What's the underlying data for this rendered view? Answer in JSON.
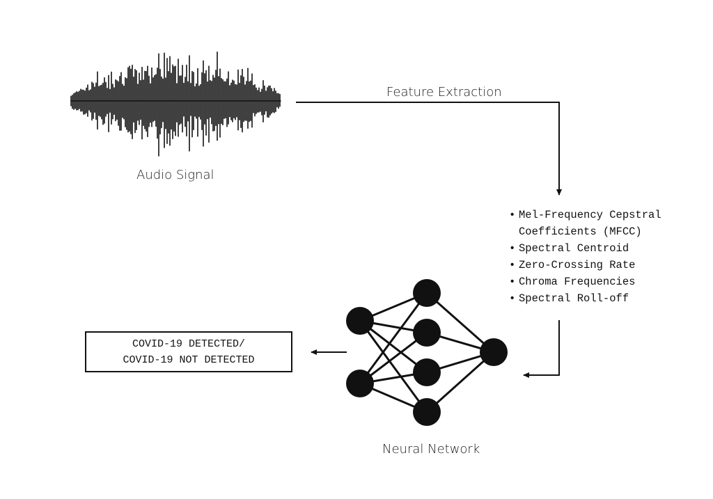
{
  "labels": {
    "audio_signal": "Audio Signal",
    "feature_extraction": "Feature Extraction",
    "neural_network": "Neural Network"
  },
  "features": [
    "Mel-Frequency Cepstral",
    "Coefficients (MFCC)",
    "Spectral Centroid",
    "Zero-Crossing Rate",
    "Chroma Frequencies",
    "Spectral Roll-off"
  ],
  "result": {
    "line1": "COVID-19 DETECTED/",
    "line2": "COVID-19 NOT DETECTED"
  },
  "network": {
    "layers": [
      2,
      4,
      1
    ]
  },
  "colors": {
    "ink": "#111111",
    "background": "#ffffff"
  },
  "icons": {
    "waveform": "audio-waveform-icon"
  }
}
